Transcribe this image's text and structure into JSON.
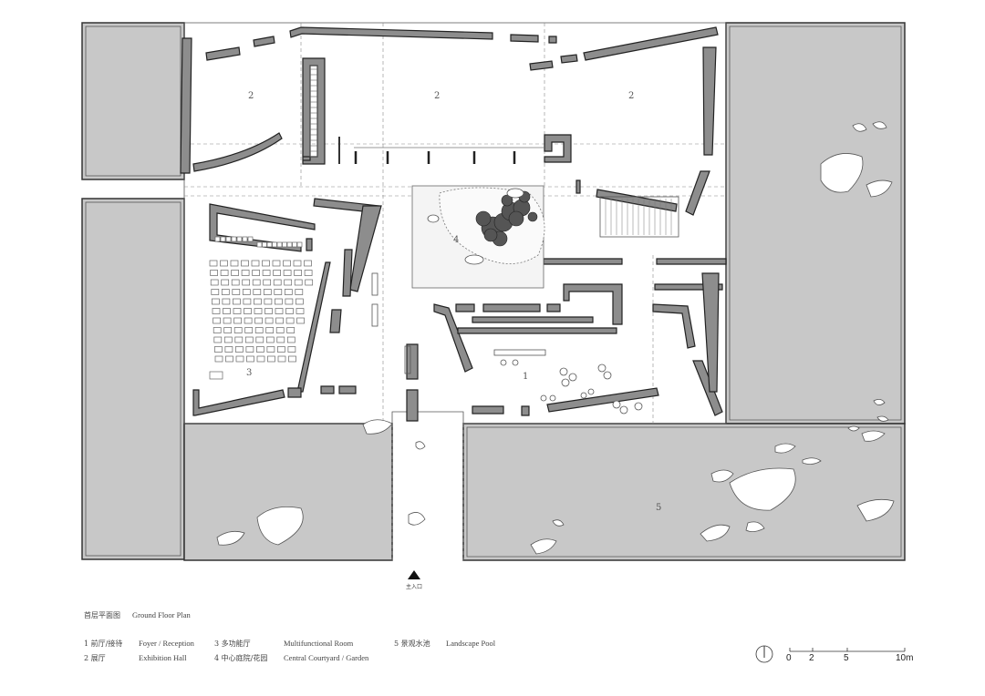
{
  "plan": {
    "room_labels": [
      {
        "id": "hall-left",
        "text": "2"
      },
      {
        "id": "hall-center",
        "text": "2"
      },
      {
        "id": "hall-right",
        "text": "2"
      },
      {
        "id": "multifunction",
        "text": "3"
      },
      {
        "id": "courtyard",
        "text": "4"
      },
      {
        "id": "foyer",
        "text": "1"
      },
      {
        "id": "pool",
        "text": "5"
      }
    ],
    "entrance_label": "主入口"
  },
  "legend": {
    "title_cn": "首层平面图",
    "title_en": "Ground Floor Plan",
    "items": [
      {
        "cn": "1 前厅/接待",
        "en": "Foyer / Reception"
      },
      {
        "cn": "2 展厅",
        "en": "Exhibition Hall"
      },
      {
        "cn": "3 多功能厅",
        "en": "Multifunctional Room"
      },
      {
        "cn": "4 中心庭院/花园",
        "en": "Central Courtyard / Garden"
      },
      {
        "cn": "5 景观水池",
        "en": "Landscape Pool"
      }
    ]
  },
  "scale": {
    "ticks": [
      "0",
      "2",
      "5",
      "10m"
    ]
  },
  "colors": {
    "pool": "#c8c8c8",
    "wall": "#8d8d8d",
    "line": "#222222"
  }
}
